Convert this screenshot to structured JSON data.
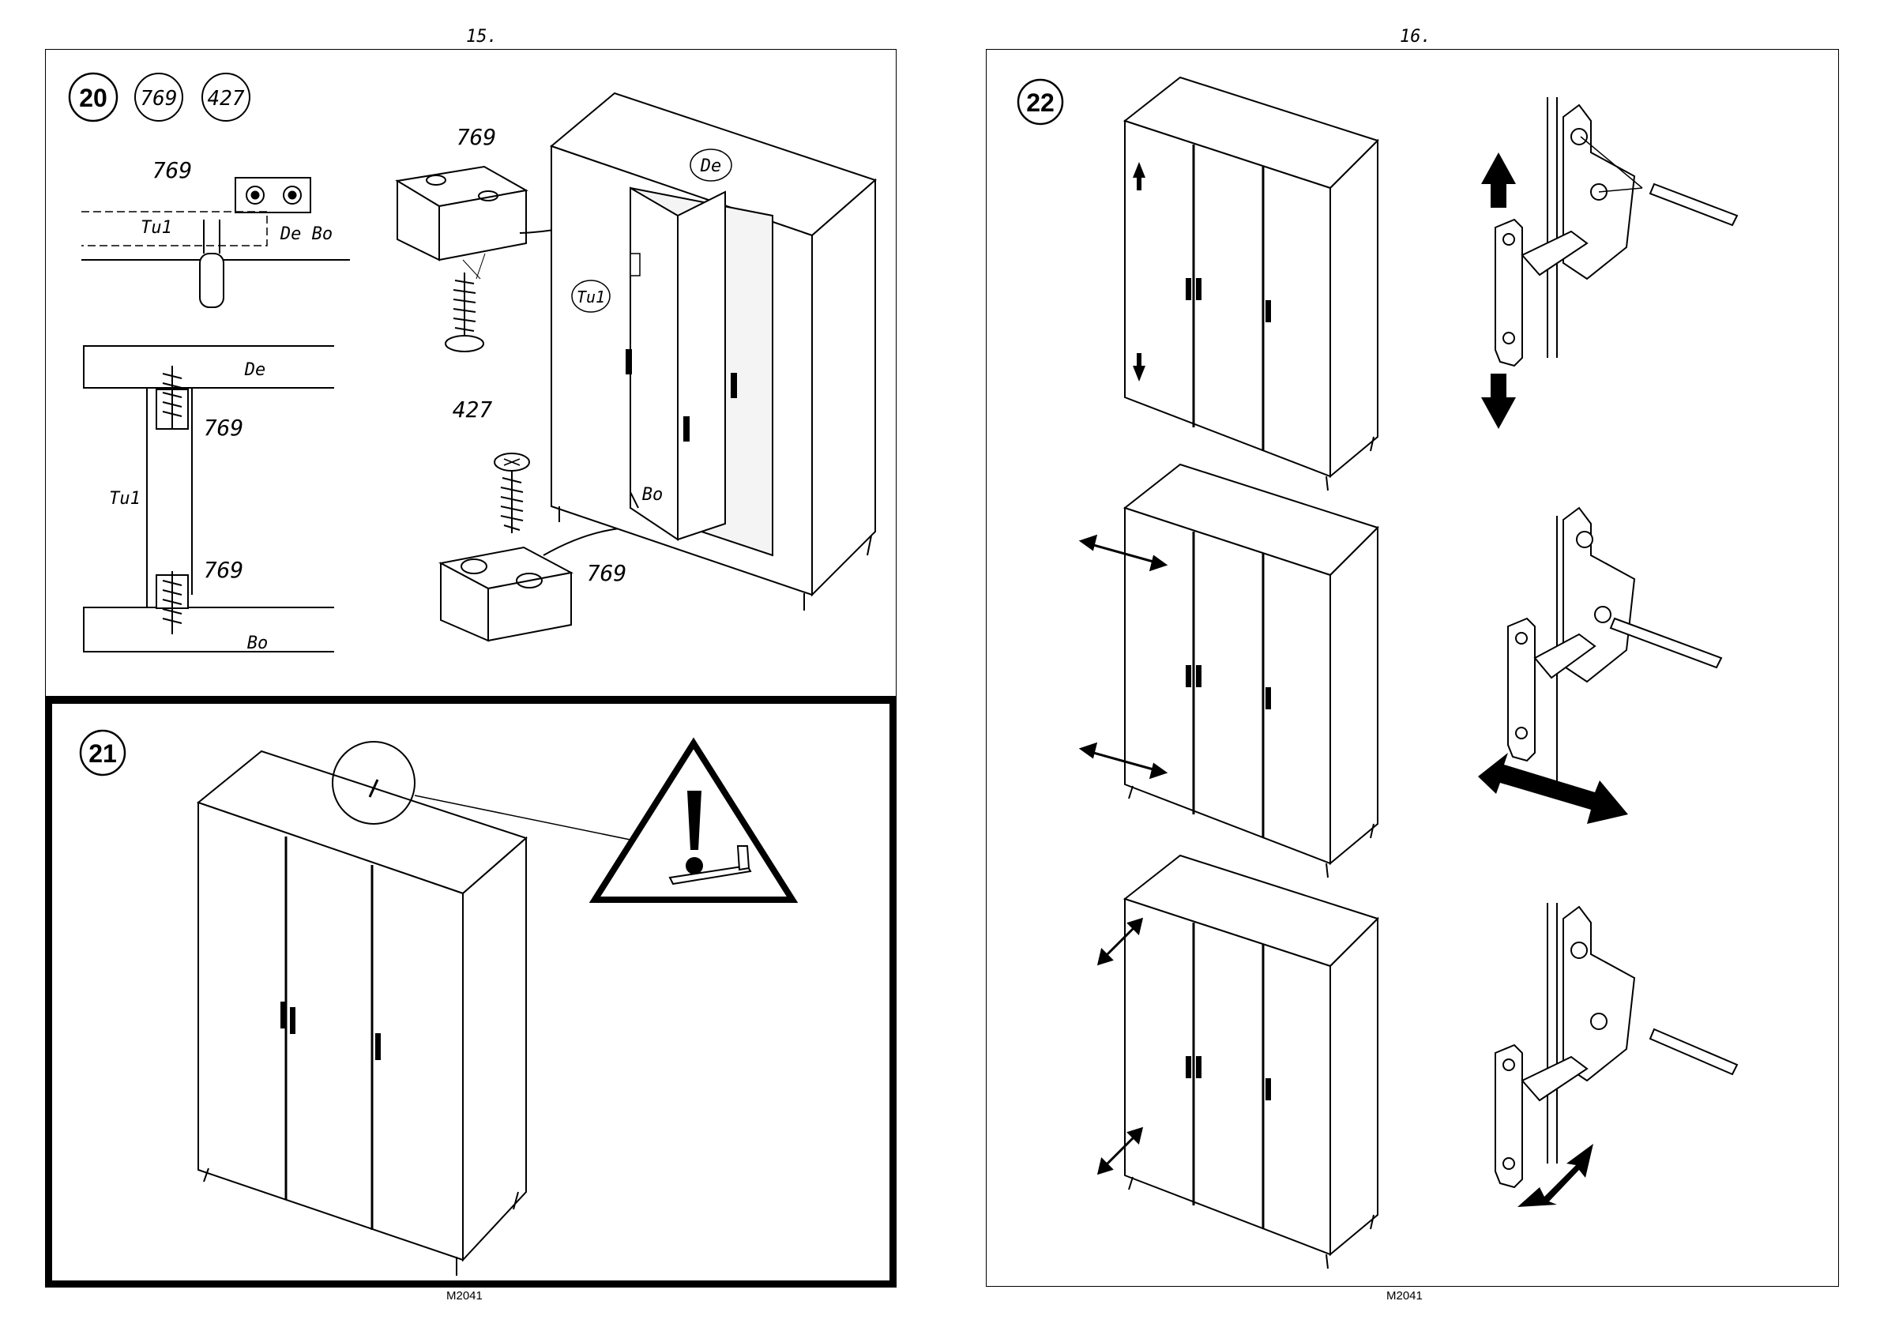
{
  "left_page": {
    "page_number": "15.",
    "footer": "M2041",
    "step20": {
      "step_number": "20",
      "parts": [
        "769",
        "427"
      ],
      "detail_top": {
        "part": "769",
        "panel_a": "Tu1",
        "panel_b": "De Bo"
      },
      "detail_section": {
        "top_panel": "De",
        "side_panel": "Tu1",
        "bottom_panel": "Bo",
        "fitting_top": "769",
        "fitting_bottom": "769"
      },
      "main": {
        "cam_label": "769",
        "screw_label": "427",
        "cam_label_2": "769",
        "top_tag": "De",
        "side_tag": "Tu1",
        "bottom_tag": "Bo"
      }
    },
    "step21": {
      "step_number": "21",
      "warning_icon": "warning-triangle-icon"
    }
  },
  "right_page": {
    "page_number": "16.",
    "footer": "M2041",
    "step22": {
      "step_number": "22",
      "adjustments": [
        "vertical-adjust-icon",
        "horizontal-adjust-icon",
        "depth-adjust-icon"
      ]
    }
  }
}
